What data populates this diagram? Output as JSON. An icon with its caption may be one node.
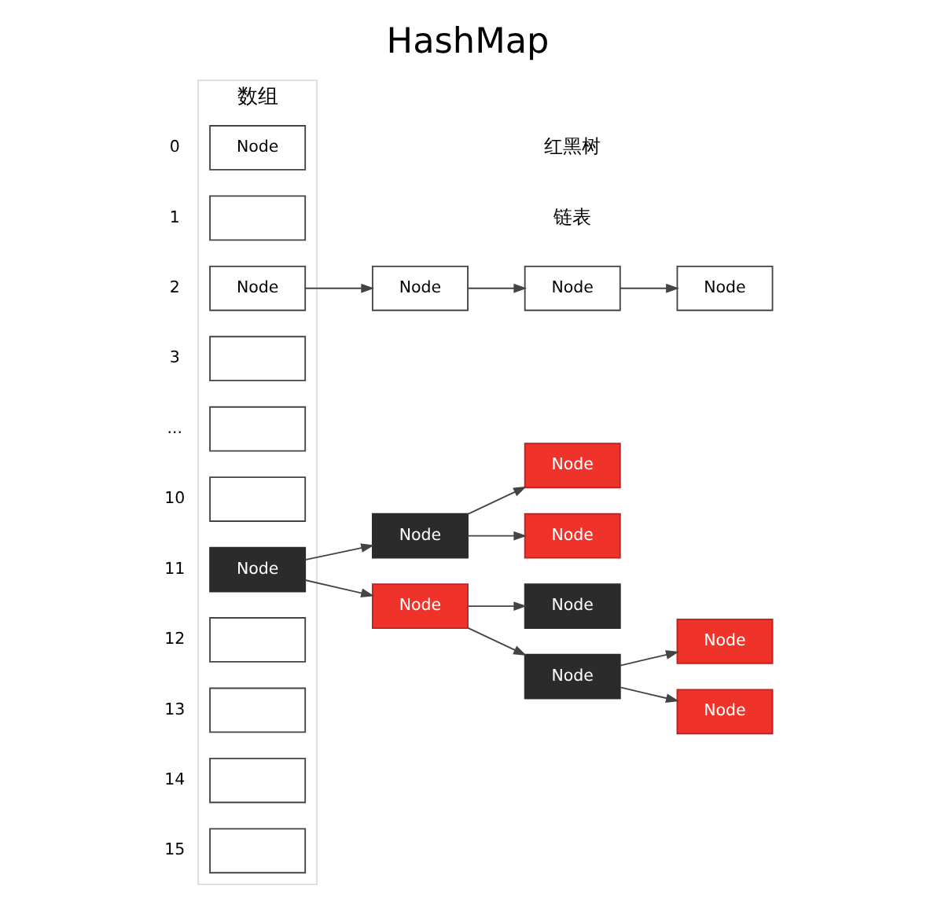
{
  "diagram": {
    "title": "HashMap",
    "nodes": [
      {
        "text": [
          "数组"
        ]
      },
      {
        "text": [
          "Node"
        ],
        "in": 0,
        "beside": [
          "0"
        ]
      },
      {
        "text": [],
        "shape": "box",
        "in": 0,
        "beside": [
          "1"
        ]
      },
      {
        "text": [
          "Node"
        ],
        "in": 0,
        "beside": [
          "2"
        ]
      },
      {
        "text": [],
        "shape": "box",
        "in": 0,
        "beside": [
          "3"
        ]
      },
      {
        "text": [],
        "shape": "box",
        "in": 0,
        "beside": [
          "..."
        ]
      },
      {
        "text": [],
        "shape": "box",
        "in": 0,
        "beside": [
          "10"
        ]
      },
      {
        "text": [
          "Node"
        ],
        "in": 0,
        "beside": [
          "11"
        ]
      },
      {
        "text": [],
        "shape": "box",
        "in": 0,
        "beside": [
          "12"
        ]
      },
      {
        "text": [],
        "shape": "box",
        "in": 0,
        "beside": [
          "13"
        ]
      },
      {
        "text": [],
        "shape": "box",
        "in": 0,
        "beside": [
          "14"
        ]
      },
      {
        "text": [],
        "shape": "box",
        "in": 0,
        "beside": [
          "15"
        ]
      },
      {
        "text": [
          "Node"
        ]
      },
      {
        "text": [
          "Node"
        ]
      },
      {
        "text": [
          "Node"
        ]
      },
      {
        "text": [
          "Node"
        ]
      },
      {
        "text": [
          "Node"
        ]
      },
      {
        "text": [
          "Node"
        ]
      },
      {
        "text": [
          "Node"
        ]
      },
      {
        "text": [
          "Node"
        ]
      },
      {
        "text": [
          "Node"
        ]
      },
      {
        "text": [
          "Node"
        ]
      },
      {
        "text": [
          "Node"
        ]
      }
    ],
    "edges": [
      {
        "from": 3,
        "to": 12,
        "arrow": "to"
      },
      {
        "from": 12,
        "to": 13,
        "arrow": "to"
      },
      {
        "from": 13,
        "to": 14,
        "arrow": "to"
      },
      {
        "from": 7,
        "to": 15,
        "arrow": "to"
      },
      {
        "from": 7,
        "to": 18,
        "arrow": "to"
      },
      {
        "from": 15,
        "to": 16,
        "arrow": "to"
      },
      {
        "from": 15,
        "to": 17,
        "arrow": "to"
      },
      {
        "from": 18,
        "to": 19,
        "arrow": "to"
      },
      {
        "from": 18,
        "to": 20,
        "arrow": "to"
      },
      {
        "from": 20,
        "to": 21,
        "arrow": "to"
      },
      {
        "from": 20,
        "to": 22,
        "arrow": "to"
      }
    ],
    "labels": [
      "链表",
      "红黑树"
    ]
  }
}
